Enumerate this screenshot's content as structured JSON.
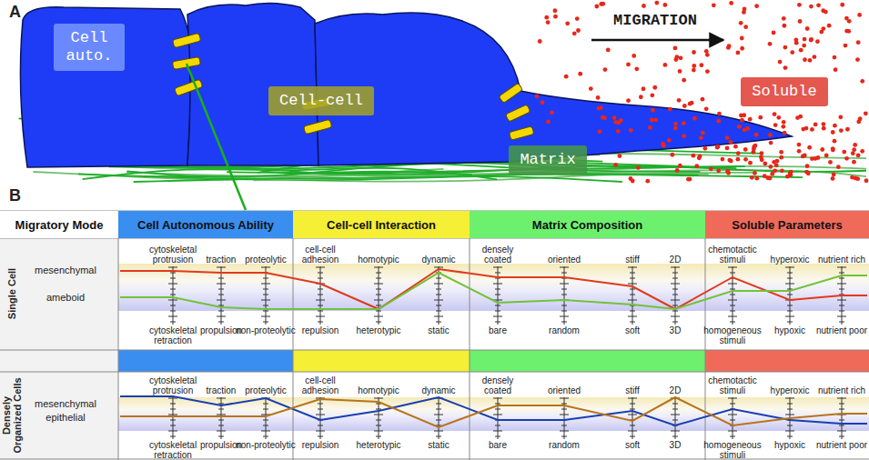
{
  "diagram": {
    "nodes": [
      {
        "text": [
          "Cell auto."
        ]
      },
      {
        "text": [
          "Cell-cell"
        ]
      },
      {
        "text": [
          "Matrix"
        ]
      },
      {
        "text": [
          "Soluble"
        ]
      },
      {
        "text": [
          "Migratory Mode"
        ]
      },
      {
        "text": [
          "Cell Autonomous Ability"
        ]
      },
      {
        "text": [
          "Cell-cell Interaction"
        ]
      },
      {
        "text": [
          "Matrix Composition"
        ]
      },
      {
        "text": [
          "Soluble Parameters"
        ]
      }
    ],
    "labels": [
      "A",
      "MIGRATION",
      "B",
      "Single Cell",
      "mesenchymal",
      "ameboid",
      "cytoskeletal protrusion",
      "traction",
      "proteolytic",
      "cell-cell adhesion",
      "homotypic",
      "dynamic",
      "densely coated",
      "oriented",
      "stiff",
      "2D",
      "chemotactic stimuli",
      "hyperoxic",
      "nutrient rich",
      "cytoskeletal retraction",
      "propulsion",
      "non-proteolytic",
      "repulsion",
      "heterotypic",
      "static",
      "bare",
      "random",
      "soft",
      "3D",
      "homogeneous stimuli",
      "hypoxic",
      "nutrient poor",
      "Densely Organized Cells",
      "mesenchymal",
      "epithelial",
      "cytoskeletal protrusion",
      "traction",
      "proteolytic",
      "cell-cell adhesion",
      "homotypic",
      "dynamic",
      "densely coated",
      "oriented",
      "stiff",
      "2D",
      "chemotactic stimuli",
      "hyperoxic",
      "nutrient rich",
      "cytoskeletal retraction",
      "propulsion",
      "non-proteolytic",
      "repulsion",
      "heterotypic",
      "static",
      "bare",
      "random",
      "soft",
      "3D",
      "homogeneous stimuli",
      "hypoxic",
      "nutrient poor"
    ]
  }
}
